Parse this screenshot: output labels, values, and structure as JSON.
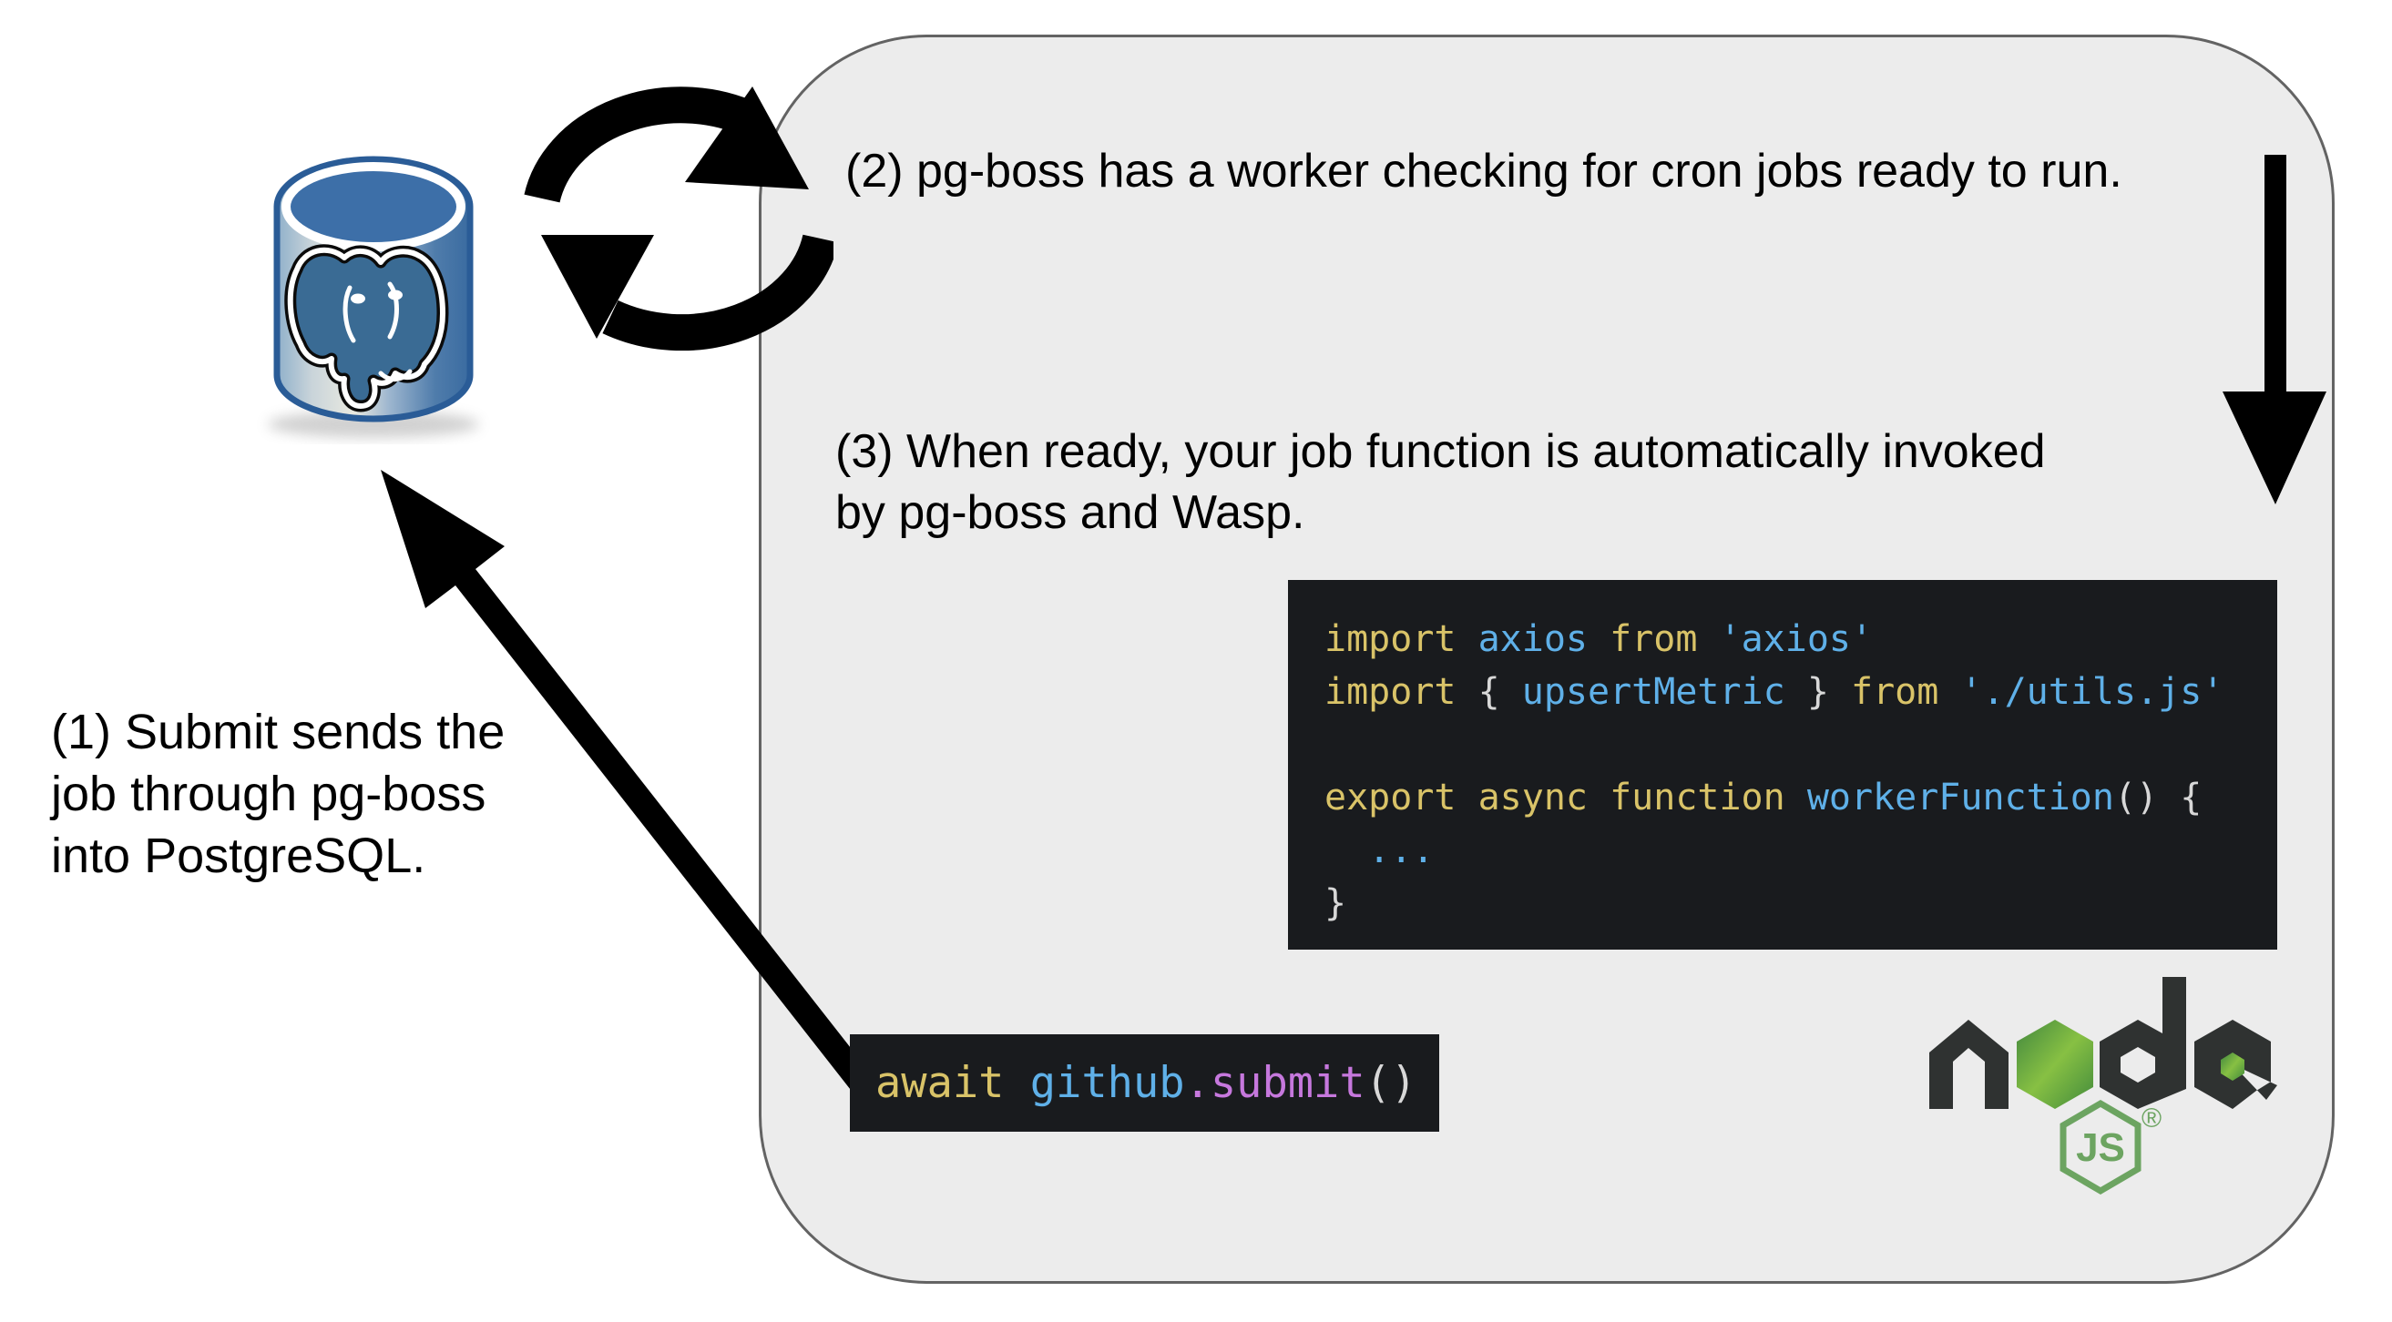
{
  "theme": {
    "panel_fill": "#ececec",
    "panel_border": "#636363",
    "code_bg": "#191b1e",
    "tok_kw": "#d9c368",
    "tok_id": "#5fb0e8",
    "tok_pu": "#d8d8d8",
    "tok_fn": "#c678dd",
    "text_color": "#000000",
    "node_dark": "#2f3231",
    "node_green": "#6ca461",
    "pg_blue": "#3d6fa8"
  },
  "steps": {
    "step1_lines": [
      "(1) Submit sends the",
      "job through pg-boss",
      "into PostgreSQL."
    ],
    "step2": "(2) pg-boss has a worker checking for cron jobs ready to run.",
    "step3_lines": [
      "(3) When ready, your job function is automatically invoked",
      "by pg-boss and Wasp."
    ]
  },
  "code": {
    "worker_block": {
      "lines": [
        [
          {
            "t": "import ",
            "c": "kw"
          },
          {
            "t": "axios ",
            "c": "id"
          },
          {
            "t": "from ",
            "c": "kw"
          },
          {
            "t": "'axios'",
            "c": "id"
          }
        ],
        [
          {
            "t": "import ",
            "c": "kw"
          },
          {
            "t": "{ ",
            "c": "pu"
          },
          {
            "t": "upsertMetric ",
            "c": "id"
          },
          {
            "t": "} ",
            "c": "pu"
          },
          {
            "t": "from ",
            "c": "kw"
          },
          {
            "t": "'./utils.js'",
            "c": "id"
          }
        ],
        [],
        [
          {
            "t": "export async function ",
            "c": "kw"
          },
          {
            "t": "workerFunction",
            "c": "id"
          },
          {
            "t": "() {",
            "c": "pu"
          }
        ],
        [
          {
            "t": "  ...",
            "c": "id"
          }
        ],
        [
          {
            "t": "}",
            "c": "pu"
          }
        ]
      ]
    },
    "submit_block": {
      "lines": [
        [
          {
            "t": "await ",
            "c": "kw"
          },
          {
            "t": "github",
            "c": "id"
          },
          {
            "t": ".",
            "c": "fn"
          },
          {
            "t": "submit",
            "c": "fn"
          },
          {
            "t": "()",
            "c": "pu"
          }
        ]
      ]
    }
  },
  "logos": {
    "postgresql_alt": "PostgreSQL",
    "nodejs_word": "node",
    "nodejs_js_badge": "JS",
    "nodejs_registered": "®"
  }
}
